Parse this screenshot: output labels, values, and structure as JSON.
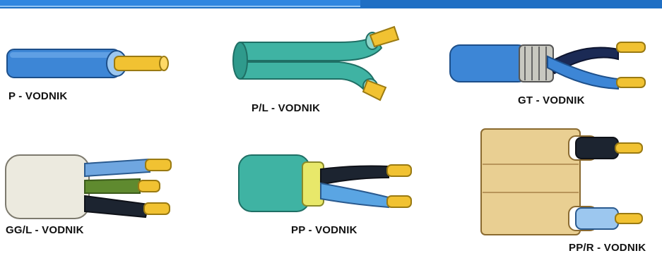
{
  "cables": [
    {
      "label": "P - VODNIK"
    },
    {
      "label": "P/L - VODNIK"
    },
    {
      "label": "GT - VODNIK"
    },
    {
      "label": "GG/L - VODNIK"
    },
    {
      "label": "PP - VODNIK"
    },
    {
      "label": "PP/R - VODNIK"
    }
  ],
  "colors": {
    "header_bar": "#1f6fc4",
    "copper": "#f1c232",
    "blue_sheath": "#3d86d6",
    "teal_sheath": "#3fb3a3",
    "white_sheath": "#eceadf",
    "flat_sheath": "#e9cf92"
  }
}
